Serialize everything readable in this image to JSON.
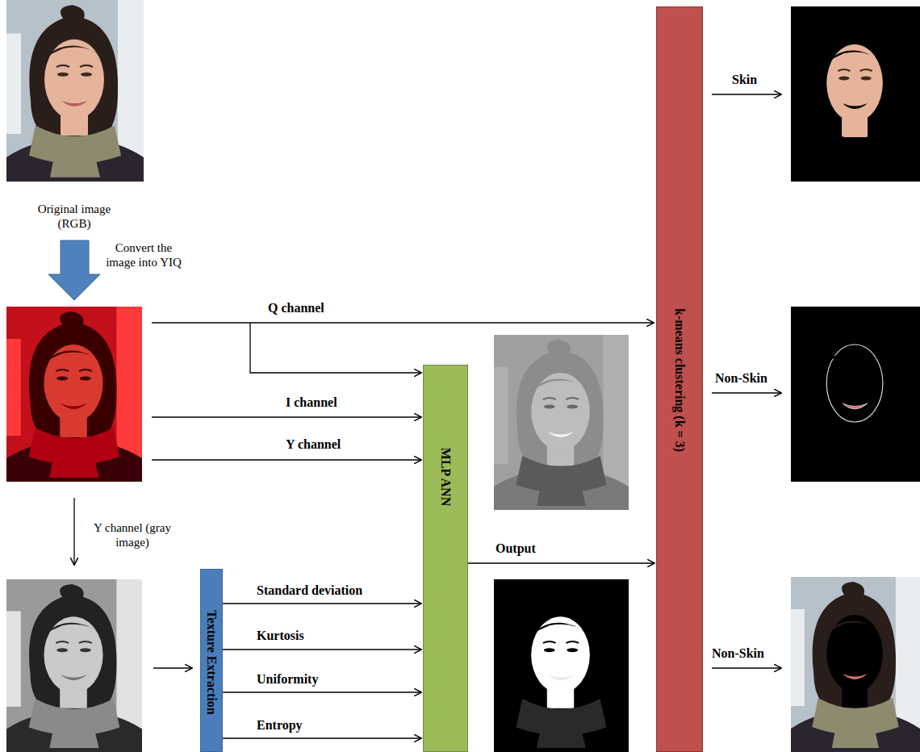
{
  "diagram": {
    "nodes": [
      {
        "text": [
          "Texture Extraction"
        ]
      },
      {
        "text": [
          "MLP ANN"
        ]
      },
      {
        "text": [
          "k-means clustering (k = 3)"
        ]
      }
    ],
    "edges": [
      {
        "from": 0,
        "to": 1,
        "label": "Standard deviation",
        "arrow": "to"
      },
      {
        "from": 0,
        "to": 1,
        "label": "Kurtosis",
        "arrow": "to"
      },
      {
        "from": 0,
        "to": 1,
        "label": "Uniformity",
        "arrow": "to"
      },
      {
        "from": 0,
        "to": 1,
        "label": "Entropy",
        "arrow": "to"
      },
      {
        "from": 1,
        "to": 2,
        "label": "Output",
        "arrow": "to"
      }
    ],
    "labels": [
      "Original image (RGB)",
      "Convert the image into YIQ",
      "Q channel",
      "I channel",
      "Y channel",
      "Y channel (gray image)",
      "Skin",
      "Non-Skin",
      "Non-Skin"
    ]
  }
}
